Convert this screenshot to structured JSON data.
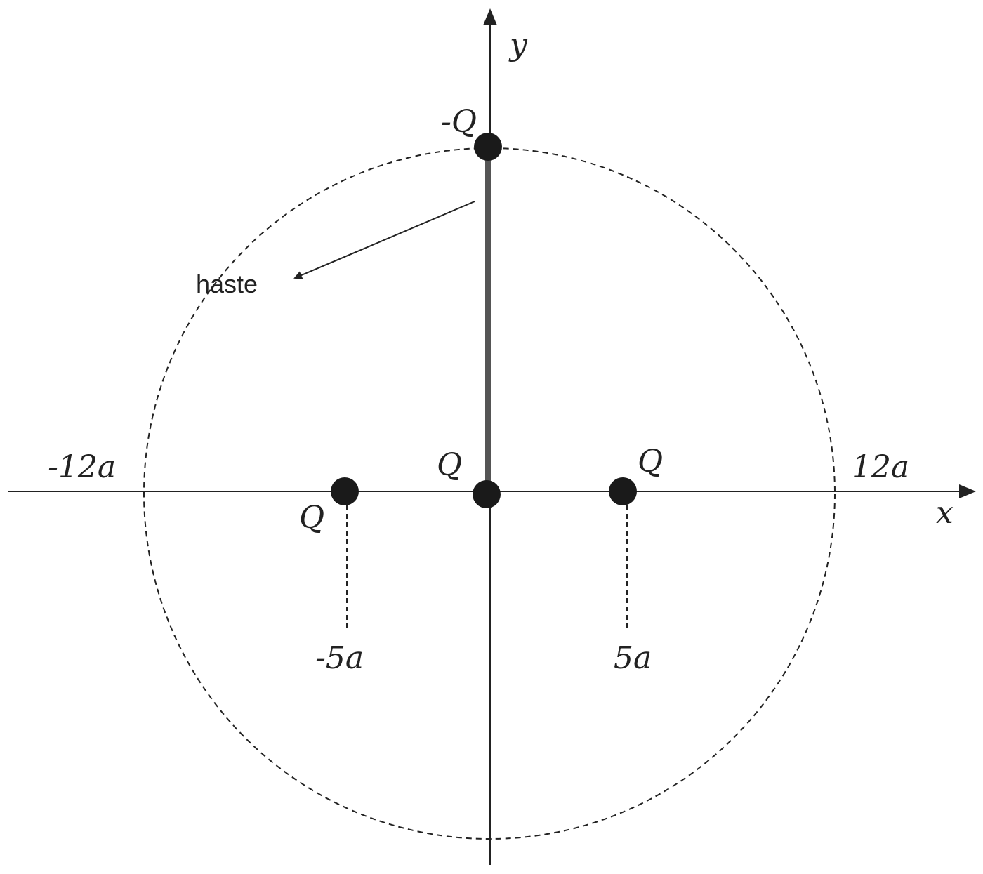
{
  "axes": {
    "x_label": "x",
    "y_label": "y"
  },
  "circle": {
    "left_label": "-12a",
    "right_label": "12a",
    "style": "dashed"
  },
  "charges": {
    "top": {
      "label": "-Q"
    },
    "origin": {
      "label": "Q"
    },
    "left": {
      "label": "Q",
      "position_label": "-5a"
    },
    "right": {
      "label": "Q",
      "position_label": "5a"
    }
  },
  "rod": {
    "label": "haste",
    "color": "#555555"
  },
  "colors": {
    "ink": "#222222",
    "charge": "#1a1a1a"
  }
}
